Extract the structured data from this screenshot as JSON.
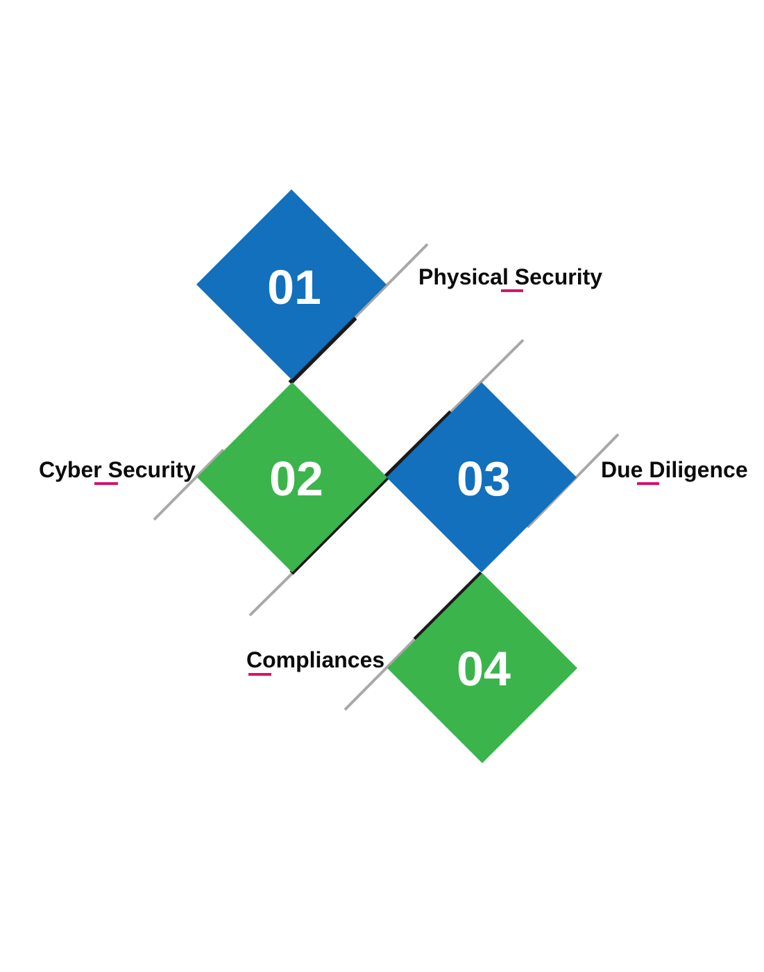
{
  "colors": {
    "blue": "#1270bd",
    "green": "#3cb44c",
    "accent": "#d6146b",
    "text": "#0b0b0b",
    "number": "#ffffff"
  },
  "steps": [
    {
      "number": "01",
      "label": "Physical Security",
      "color": "blue"
    },
    {
      "number": "02",
      "label": "Cyber Security",
      "color": "green"
    },
    {
      "number": "03",
      "label": "Due Diligence",
      "color": "blue"
    },
    {
      "number": "04",
      "label": "Compliances",
      "color": "green"
    }
  ]
}
